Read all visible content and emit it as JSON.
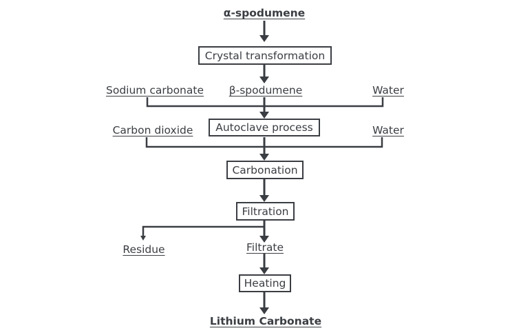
{
  "diagram": {
    "start": "α-spodumene",
    "steps": {
      "crystal_transformation": "Crystal transformation",
      "autoclave": "Autoclave process",
      "carbonation": "Carbonation",
      "filtration": "Filtration",
      "heating": "Heating"
    },
    "intermediates": {
      "beta_spodumene": "β-spodumene",
      "filtrate": "Filtrate",
      "residue": "Residue"
    },
    "inputs": {
      "sodium_carbonate": "Sodium carbonate",
      "water_1": "Water",
      "carbon_dioxide": "Carbon dioxide",
      "water_2": "Water"
    },
    "product": "Lithium Carbonate",
    "line_color": "#3a3d42"
  }
}
